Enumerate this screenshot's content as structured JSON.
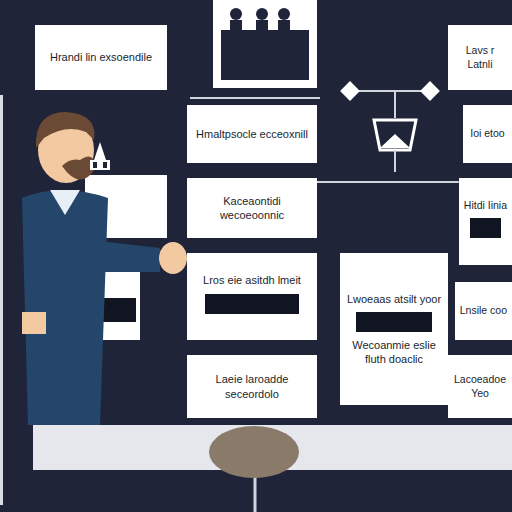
{
  "diagram": {
    "nodes": [
      {
        "text": [
          "Hrandi lin exsoendile"
        ]
      },
      {
        "text": [
          "Lavs r Latnli"
        ]
      },
      {
        "text": [
          "Hmaltpsocle ecceoxnill"
        ]
      },
      {
        "text": [
          "Ioi etoo"
        ]
      },
      {
        "text": [
          "Kaceaontidi wecoeoonnic"
        ]
      },
      {
        "text": [
          "Hitdi Iinia"
        ]
      },
      {
        "text": [
          "Lros eie asitdh lmeit"
        ]
      },
      {
        "text": [
          "Lwoeaas atsilt yoor",
          "Wecoanmie eslie fluth doaclic"
        ]
      },
      {
        "text": [
          "Lnsile coo"
        ]
      },
      {
        "text": [
          "Laeie laroadde seceordolo"
        ]
      },
      {
        "text": [
          "Lacoeadoe Yeo"
        ]
      }
    ],
    "edges": [
      {
        "from": 4,
        "to": 5,
        "arrow": "none"
      }
    ]
  }
}
